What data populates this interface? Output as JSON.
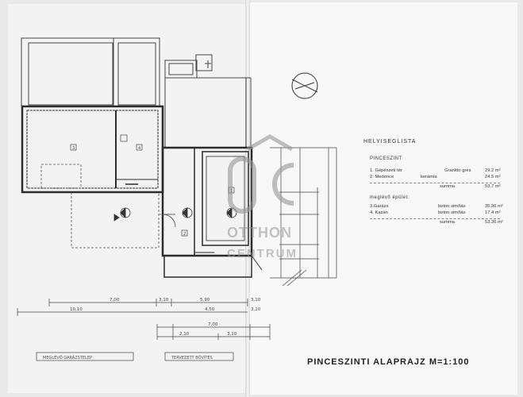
{
  "drawing_title": "PINCESZINTI ALAPRAJZ M=1:100",
  "legend": {
    "heading": "HELYISEGLISTA",
    "section_1": "PINCESZINT",
    "section_1_rows": [
      {
        "name": "1. Gépészeti tér",
        "material": "",
        "finish": "Granitto gres",
        "area": "29.2 m²"
      },
      {
        "name": "2. Medence",
        "material": "kerámia",
        "finish": "",
        "area": "24.5 m²"
      }
    ],
    "section_1_sum_label": "summa",
    "section_1_sum": "53.7 m²",
    "section_2": "meglévő épület:",
    "section_2_rows": [
      {
        "name": "3.Garázs",
        "material": "",
        "finish": "beton simítás",
        "area": "35.96 m²"
      },
      {
        "name": "4. Kazán",
        "material": "",
        "finish": "beton simítás",
        "area": "17.4 m²"
      }
    ],
    "section_2_sum_label": "summa",
    "section_2_sum": "53.36 m²"
  },
  "watermark": {
    "monogram": "OC",
    "line1": "OTTHON",
    "line2": "CENTRUM"
  },
  "dimensions": {
    "d1": "7,00",
    "d2": "3,10",
    "d3": "5,90",
    "d4": "3,10",
    "d5": "4,50",
    "d6": "3,10",
    "d7": "10,10",
    "d8": "7,00",
    "d9": "2,10",
    "d10": "3,10"
  },
  "room_numbers": [
    "3",
    "4",
    "2",
    "1"
  ],
  "bottom_labels": {
    "left": "MEGLÉVŐ GARÁZSTELEP",
    "right": "TERVEZETT BŐVÍTÉS"
  },
  "colors": {
    "line": "#3a3a3a",
    "wall": "#2b2b2b",
    "paper": "#f6f6f6"
  }
}
